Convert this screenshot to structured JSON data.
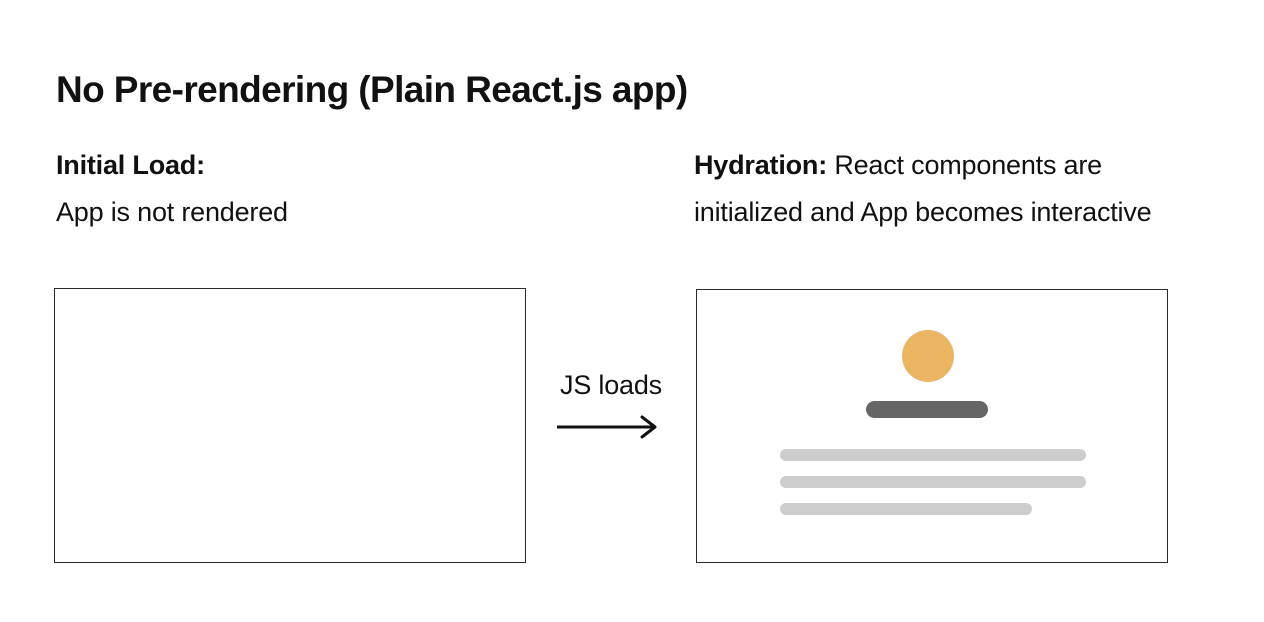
{
  "page": {
    "title": "No Pre-rendering (Plain React.js app)"
  },
  "stages": {
    "initial_load": {
      "label": "Initial Load:",
      "description": "App is not rendered"
    },
    "hydration": {
      "label": "Hydration:",
      "description": " React components are initialized and App becomes interactive"
    }
  },
  "transition": {
    "label": "JS loads",
    "arrow": "right-arrow"
  },
  "left_box": {
    "content": "empty"
  },
  "right_box": {
    "parts": [
      {
        "name": "avatar-circle",
        "color": "#EBB564"
      },
      {
        "name": "heading-bar",
        "color": "#666666"
      },
      {
        "name": "text-line",
        "color": "#CDCDCD"
      },
      {
        "name": "text-line",
        "color": "#CDCDCD"
      },
      {
        "name": "text-line-short",
        "color": "#CDCDCD"
      }
    ]
  },
  "colors": {
    "background": "#FFFFFF",
    "text": "#111111",
    "frame_border": "#2B2B2B",
    "accent_orange": "#EBB564",
    "dark_gray": "#666666",
    "light_gray": "#CDCDCD"
  }
}
